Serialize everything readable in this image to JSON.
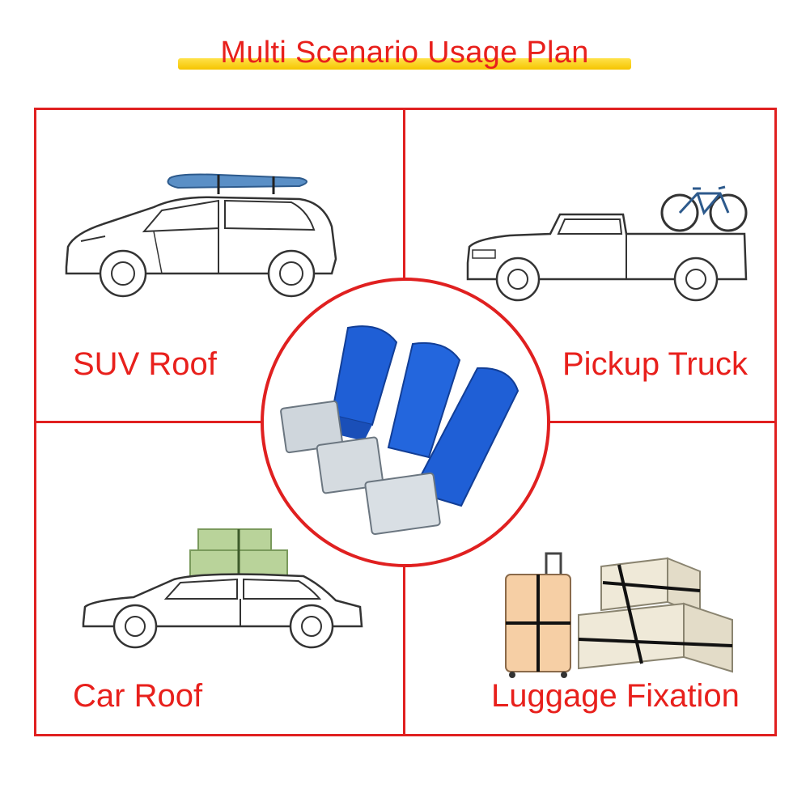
{
  "title": "Multi Scenario Usage Plan",
  "panels": {
    "top_left": {
      "label": "SUV Roof",
      "icon": "suv-with-surfboard-icon"
    },
    "top_right": {
      "label": "Pickup Truck",
      "icon": "pickup-with-bicycle-icon"
    },
    "bottom_left": {
      "label": "Car Roof",
      "icon": "sedan-with-boxes-icon"
    },
    "bottom_right": {
      "label": "Luggage Fixation",
      "icon": "strapped-luggage-icon"
    }
  },
  "center": {
    "icon": "blue-cam-buckle-straps-icon"
  },
  "colors": {
    "accent_red": "#e02020",
    "title_highlight": "#f5c400",
    "strap_blue": "#1f5fd6",
    "box_green": "#b9d39a",
    "box_beige": "#efe9d8",
    "suitcase_peach": "#f6cfa5"
  }
}
